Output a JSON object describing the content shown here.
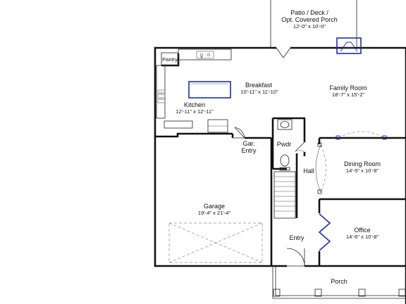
{
  "rooms": {
    "patio": {
      "line1": "Patio / Deck /",
      "line2": "Opt. Covered Porch",
      "dims": "12'-0\" x 10'-0\""
    },
    "pantry": {
      "name": "Pantry"
    },
    "breakfast": {
      "name": "Breakfast",
      "dims": "10'-11\" x 11'-10\""
    },
    "family_room": {
      "name": "Family Room",
      "dims": "18'-7\" x 15'-2\""
    },
    "kitchen": {
      "name": "Kitchen",
      "dims": "12'-11\" x 12'-11\""
    },
    "gar_entry": {
      "line1": "Gar.",
      "line2": "Entry"
    },
    "pwdr": {
      "name": "Pwdr"
    },
    "hall": {
      "name": "Hall"
    },
    "dining_room": {
      "name": "Dining Room",
      "dims": "14'-5\" x 10'-8\""
    },
    "garage": {
      "name": "Garage",
      "dims": "19'-4\" x 21'-4\""
    },
    "office": {
      "name": "Office",
      "dims": "14'-6\" x 10'-8\""
    },
    "entry": {
      "name": "Entry"
    },
    "porch": {
      "name": "Porch"
    }
  },
  "colors": {
    "wall": "#111111",
    "accent_blue": "#1a2fa8",
    "background": "#ffffff"
  }
}
